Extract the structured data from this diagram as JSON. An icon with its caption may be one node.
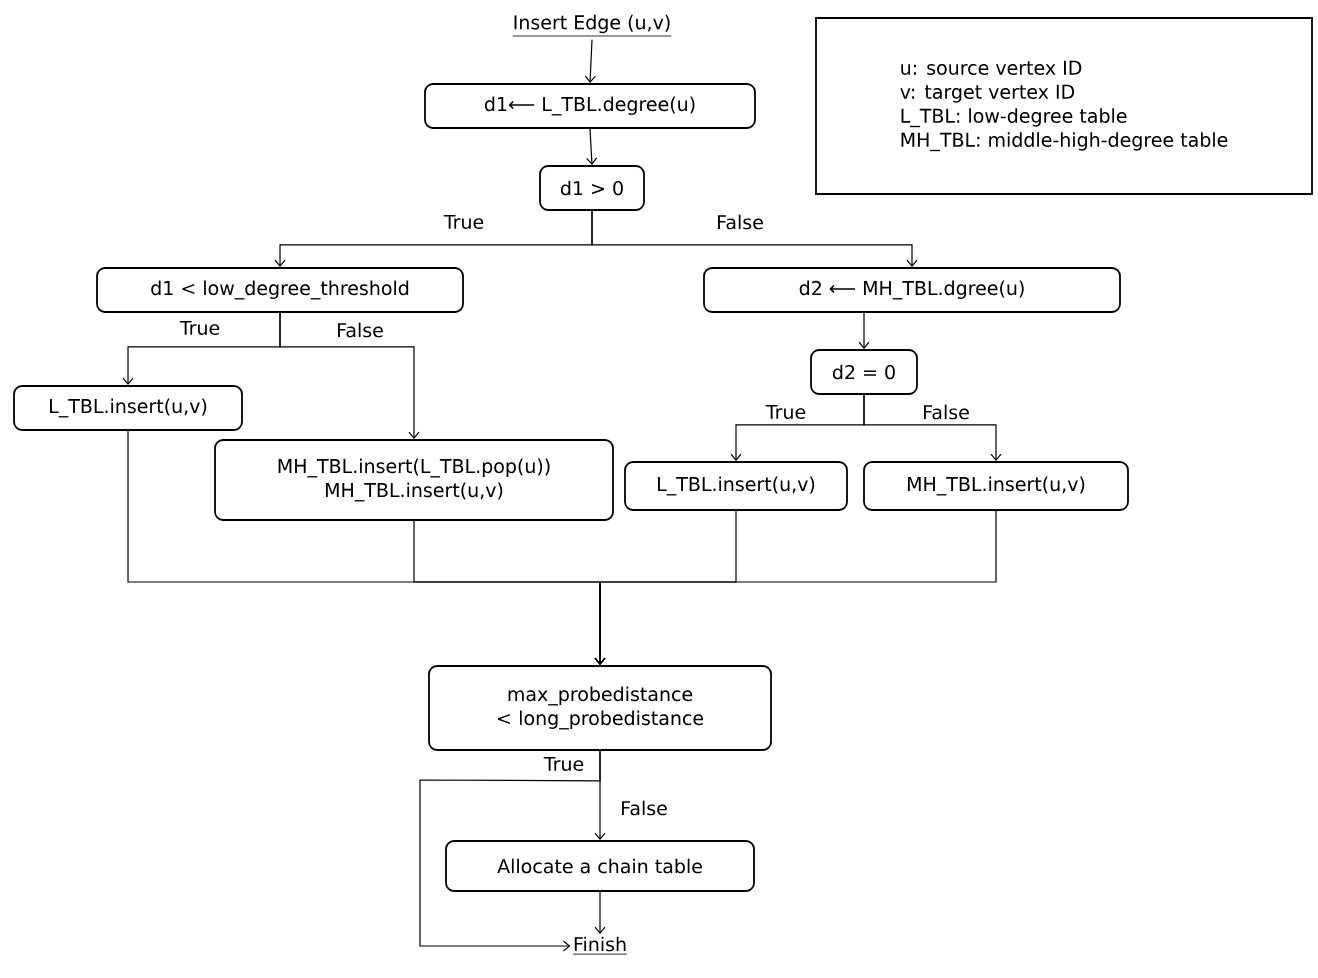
{
  "diagram": {
    "nodes": [
      {
        "text": [
          "Insert Edge (u,v)"
        ]
      },
      {
        "text": [
          "d1⟵ L_TBL.degree(u)"
        ]
      },
      {
        "text": [
          "d1 > 0"
        ]
      },
      {
        "text": [
          "d1 < low_degree_threshold"
        ]
      },
      {
        "text": [
          "d2 ⟵ MH_TBL.dgree(u)"
        ]
      },
      {
        "text": [
          "L_TBL.insert(u,v)"
        ]
      },
      {
        "text": [
          "MH_TBL.insert(L_TBL.pop(u))",
          "MH_TBL.insert(u,v)"
        ]
      },
      {
        "text": [
          "d2 = 0"
        ]
      },
      {
        "text": [
          "L_TBL.insert(u,v)"
        ]
      },
      {
        "text": [
          "MH_TBL.insert(u,v)"
        ]
      },
      {
        "text": [
          "max_probedistance < long_probedistance"
        ]
      },
      {
        "text": [
          "Allocate a chain table"
        ]
      },
      {
        "text": [
          "Finish"
        ]
      },
      {
        "text": [
          "u: source vertex ID",
          "v: target vertex ID",
          "L_TBL: low-degree table",
          "MH_TBL: middle-high-degree table"
        ]
      }
    ],
    "edges": [
      {
        "from": 0,
        "to": 1,
        "arrow": "to"
      },
      {
        "from": 1,
        "to": 2,
        "arrow": "to"
      },
      {
        "from": 2,
        "to": 3,
        "arrow": "to",
        "label": "True"
      },
      {
        "from": 2,
        "to": 4,
        "arrow": "to",
        "label": "False"
      },
      {
        "from": 3,
        "to": 5,
        "arrow": "to",
        "label": "True"
      },
      {
        "from": 3,
        "to": 6,
        "arrow": "to",
        "label": "False"
      },
      {
        "from": 4,
        "to": 7,
        "arrow": "to"
      },
      {
        "from": 7,
        "to": 8,
        "arrow": "to",
        "label": "True"
      },
      {
        "from": 7,
        "to": 9,
        "arrow": "to",
        "label": "False"
      },
      {
        "from": 5,
        "to": 10,
        "arrow": "to"
      },
      {
        "from": 6,
        "to": 10,
        "arrow": "to"
      },
      {
        "from": 8,
        "to": 10,
        "arrow": "to"
      },
      {
        "from": 9,
        "to": 10,
        "arrow": "to"
      },
      {
        "from": 10,
        "to": 12,
        "arrow": "to",
        "label": "True"
      },
      {
        "from": 10,
        "to": 11,
        "arrow": "to",
        "label": "False"
      },
      {
        "from": 11,
        "to": 12,
        "arrow": "to"
      }
    ]
  }
}
